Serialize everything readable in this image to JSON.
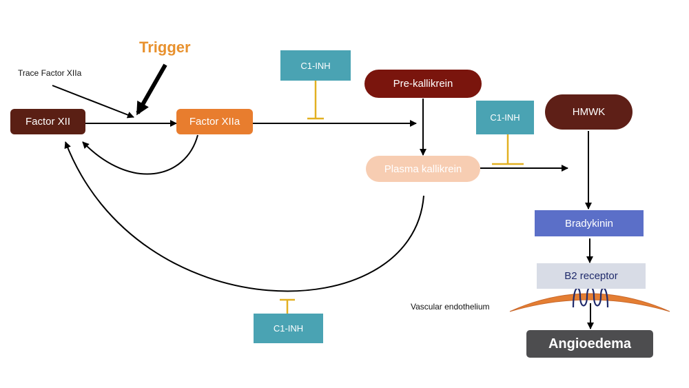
{
  "labels": {
    "trigger": "Trigger",
    "trace_factor": "Trace Factor XIIa",
    "vascular": "Vascular endothelium"
  },
  "nodes": {
    "factor_xii": "Factor XII",
    "factor_xiia": "Factor XIIa",
    "c1inh_top": "C1-INH",
    "pre_kallikrein": "Pre-kallikrein",
    "c1inh_right": "C1-INH",
    "hmwk": "HMWK",
    "plasma_kallikrein": "Plasma kallikrein",
    "bradykinin": "Bradykinin",
    "b2_receptor": "B2 receptor",
    "c1inh_bottom": "C1-INH",
    "angioedema": "Angioedema"
  },
  "colors": {
    "factor_xii": "#5a1f14",
    "factor_xiia": "#e87d2e",
    "c1inh": "#4aa3b3",
    "pre_kallikrein": "#7a150d",
    "hmwk": "#5e1f17",
    "plasma_kallikrein": "#f7cdb2",
    "bradykinin": "#5b6fc8",
    "b2_receptor": "#d8dce6",
    "angioedema": "#4d4d4f",
    "inhibitor": "#e2b021",
    "trigger": "#e8912e",
    "membrane": "#e47e33",
    "receptor_coil": "#1f2a6b"
  }
}
